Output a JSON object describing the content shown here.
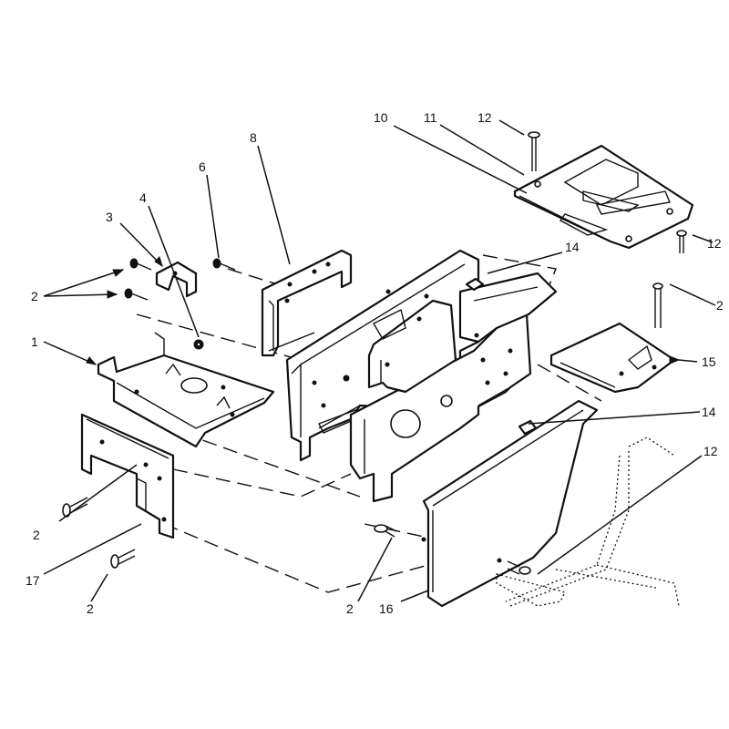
{
  "callouts": [
    {
      "id": "c1",
      "text": "1"
    },
    {
      "id": "c2a",
      "text": "2"
    },
    {
      "id": "c2b",
      "text": "2"
    },
    {
      "id": "c2c",
      "text": "2"
    },
    {
      "id": "c2d",
      "text": "2"
    },
    {
      "id": "c2e",
      "text": "2"
    },
    {
      "id": "c3",
      "text": "3"
    },
    {
      "id": "c4",
      "text": "4"
    },
    {
      "id": "c6",
      "text": "6"
    },
    {
      "id": "c8",
      "text": "8"
    },
    {
      "id": "c10",
      "text": "10"
    },
    {
      "id": "c11",
      "text": "11"
    },
    {
      "id": "c12a",
      "text": "12"
    },
    {
      "id": "c12b",
      "text": "12"
    },
    {
      "id": "c12c",
      "text": "12"
    },
    {
      "id": "c14a",
      "text": "14"
    },
    {
      "id": "c14b",
      "text": "14"
    },
    {
      "id": "c15",
      "text": "15"
    },
    {
      "id": "c16",
      "text": "16"
    },
    {
      "id": "c17",
      "text": "17"
    }
  ],
  "colors": {
    "ink": "#111111",
    "paper": "#ffffff"
  }
}
